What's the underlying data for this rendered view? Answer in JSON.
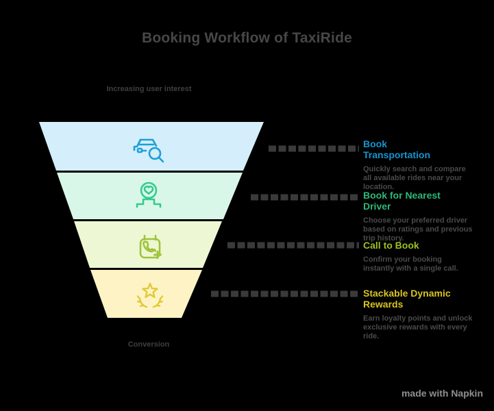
{
  "title": "Booking Workflow of TaxiRide",
  "funnel": {
    "top_label": "Increasing user interest",
    "bottom_label": "Conversion",
    "stages": [
      {
        "name": "search-ride",
        "icon": "car-search-icon",
        "fill": "#d4eefb",
        "icon_color": "#1b9fd8",
        "heading": "Book Transportation",
        "heading_color": "#1793ce",
        "description": "Quickly search and compare all available rides near your location."
      },
      {
        "name": "favorite-driver",
        "icon": "favorite-location-icon",
        "fill": "#d9f7e9",
        "icon_color": "#35cb8d",
        "heading": "Book for Nearest Driver",
        "heading_color": "#2eb878",
        "description": "Choose your preferred driver based on ratings and previous trip history."
      },
      {
        "name": "call-to-book",
        "icon": "phone-plus-icon",
        "fill": "#eef7d4",
        "icon_color": "#9fc43c",
        "heading": "Call to Book",
        "heading_color": "#9cc021",
        "description": "Confirm your booking instantly with a single call."
      },
      {
        "name": "rewards",
        "icon": "star-laurel-icon",
        "fill": "#fdf3c5",
        "icon_color": "#e0ca35",
        "heading": "Stackable Dynamic Rewards",
        "heading_color": "#d9c420",
        "description": "Earn loyalty points and unlock exclusive rewards with every ride."
      }
    ]
  },
  "connector_color": "#3a3a3a",
  "watermark": "made with Napkin"
}
